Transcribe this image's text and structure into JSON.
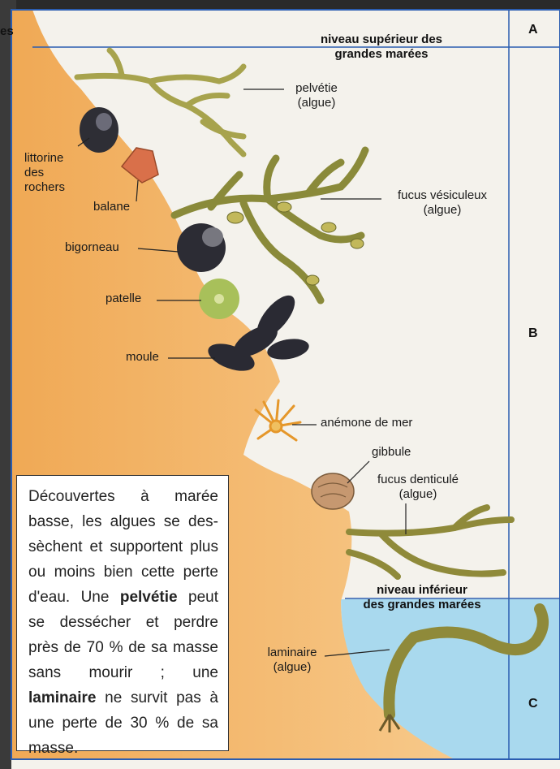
{
  "top_left_fragment": "es",
  "levels": {
    "upper": {
      "line1": "niveau supérieur des",
      "line2": "grandes marées"
    },
    "lower": {
      "line1": "niveau inférieur",
      "line2": "des grandes marées"
    }
  },
  "zones": {
    "a": "A",
    "b": "B",
    "c": "C"
  },
  "labels": {
    "pelvetie": {
      "line1": "pelvétie",
      "line2": "(algue)"
    },
    "littorine": {
      "line1": "littorine",
      "line2": "des",
      "line3": "rochers"
    },
    "balane": "balane",
    "fucus_vesiculeux": {
      "line1": "fucus vésiculeux",
      "line2": "(algue)"
    },
    "bigorneau": "bigorneau",
    "patelle": "patelle",
    "moule": "moule",
    "anemone": "anémone de mer",
    "gibbule": "gibbule",
    "fucus_denticule": {
      "line1": "fucus denticulé",
      "line2": "(algue)"
    },
    "laminaire": {
      "line1": "laminaire",
      "line2": "(algue)"
    }
  },
  "info": {
    "part1": "Découvertes à marée basse, les algues se des­sèchent et supportent plus ou moins bien cette perte d'eau. Une ",
    "bold1": "pelvétie",
    "part2": " peut se dessécher et perdre près de 70 % de sa masse sans mourir ; une ",
    "bold2": "laminaire",
    "part3": " ne survit pas à une perte de 30 % de sa masse."
  },
  "colors": {
    "rock": "#f2b86a",
    "sky": "#f5f3ee",
    "water": "#a9d9ee",
    "algae": "#8a8a3a",
    "frame": "#2b5db0"
  }
}
